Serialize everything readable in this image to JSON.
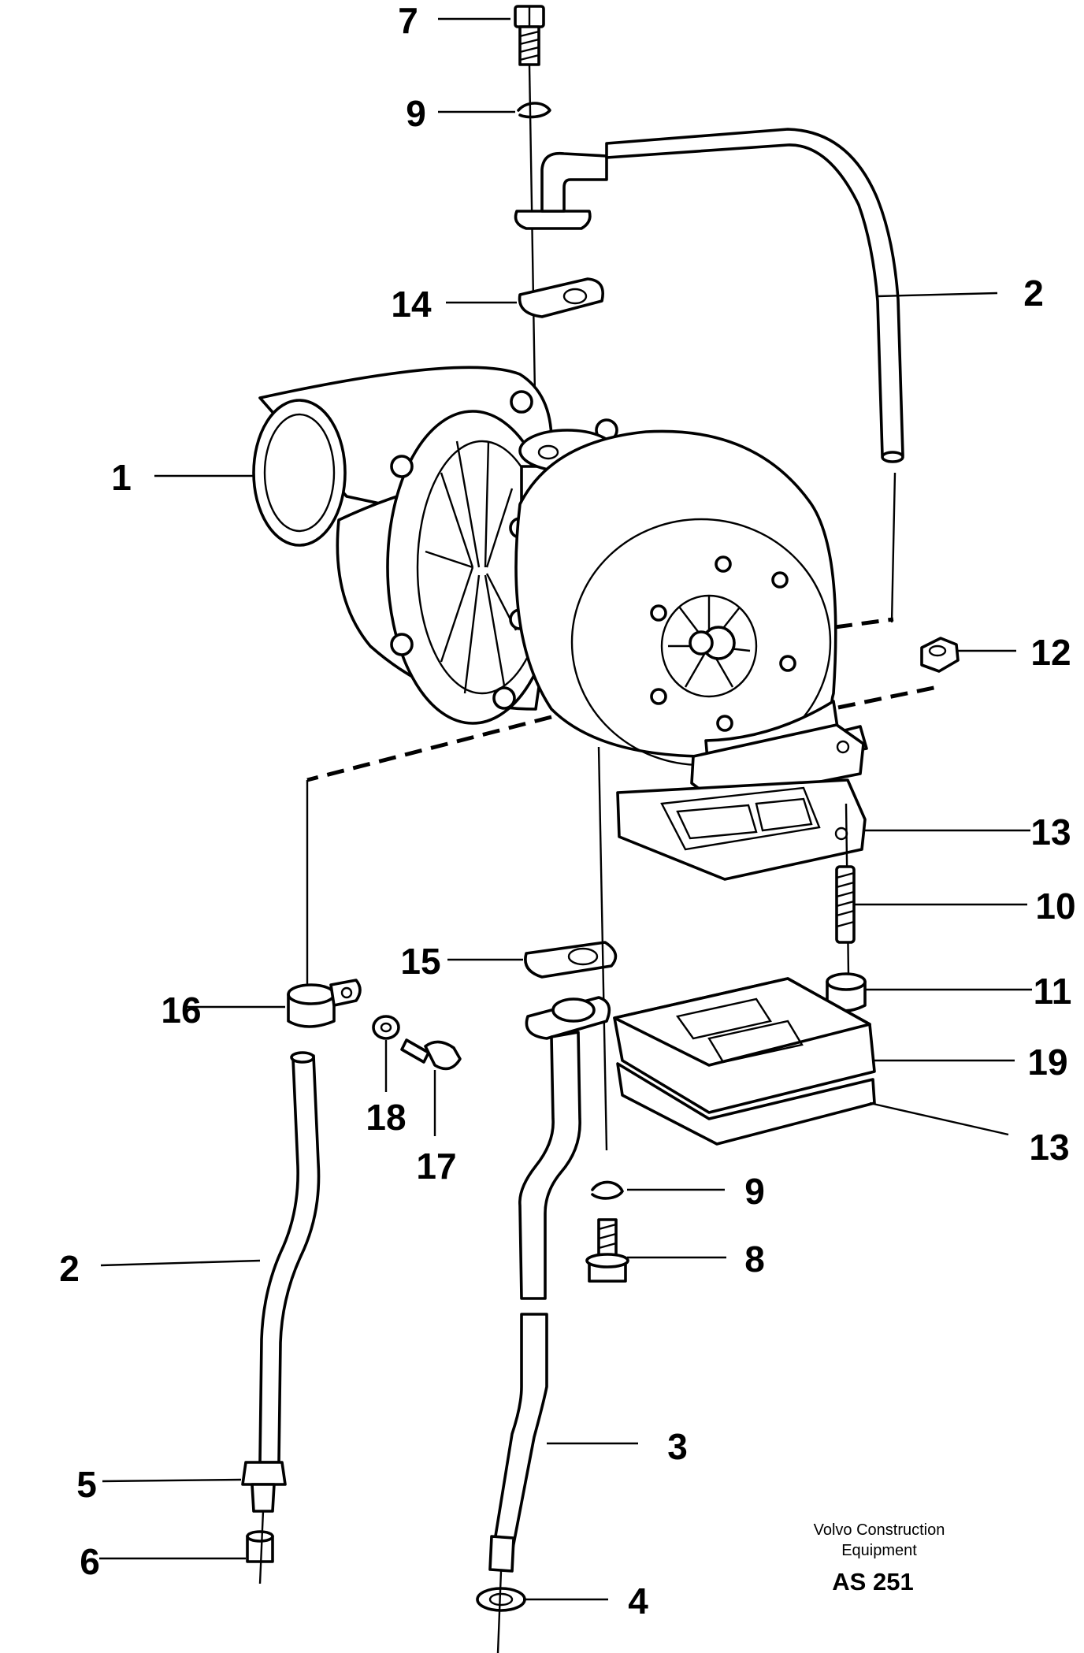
{
  "callouts": [
    "1",
    "2",
    "2",
    "3",
    "4",
    "5",
    "6",
    "7",
    "8",
    "9",
    "9",
    "10",
    "11",
    "12",
    "13",
    "13",
    "14",
    "15",
    "16",
    "17",
    "18",
    "19"
  ],
  "footer": {
    "company_line1": "Volvo Construction",
    "company_line2": "Equipment",
    "code": "AS 251"
  }
}
